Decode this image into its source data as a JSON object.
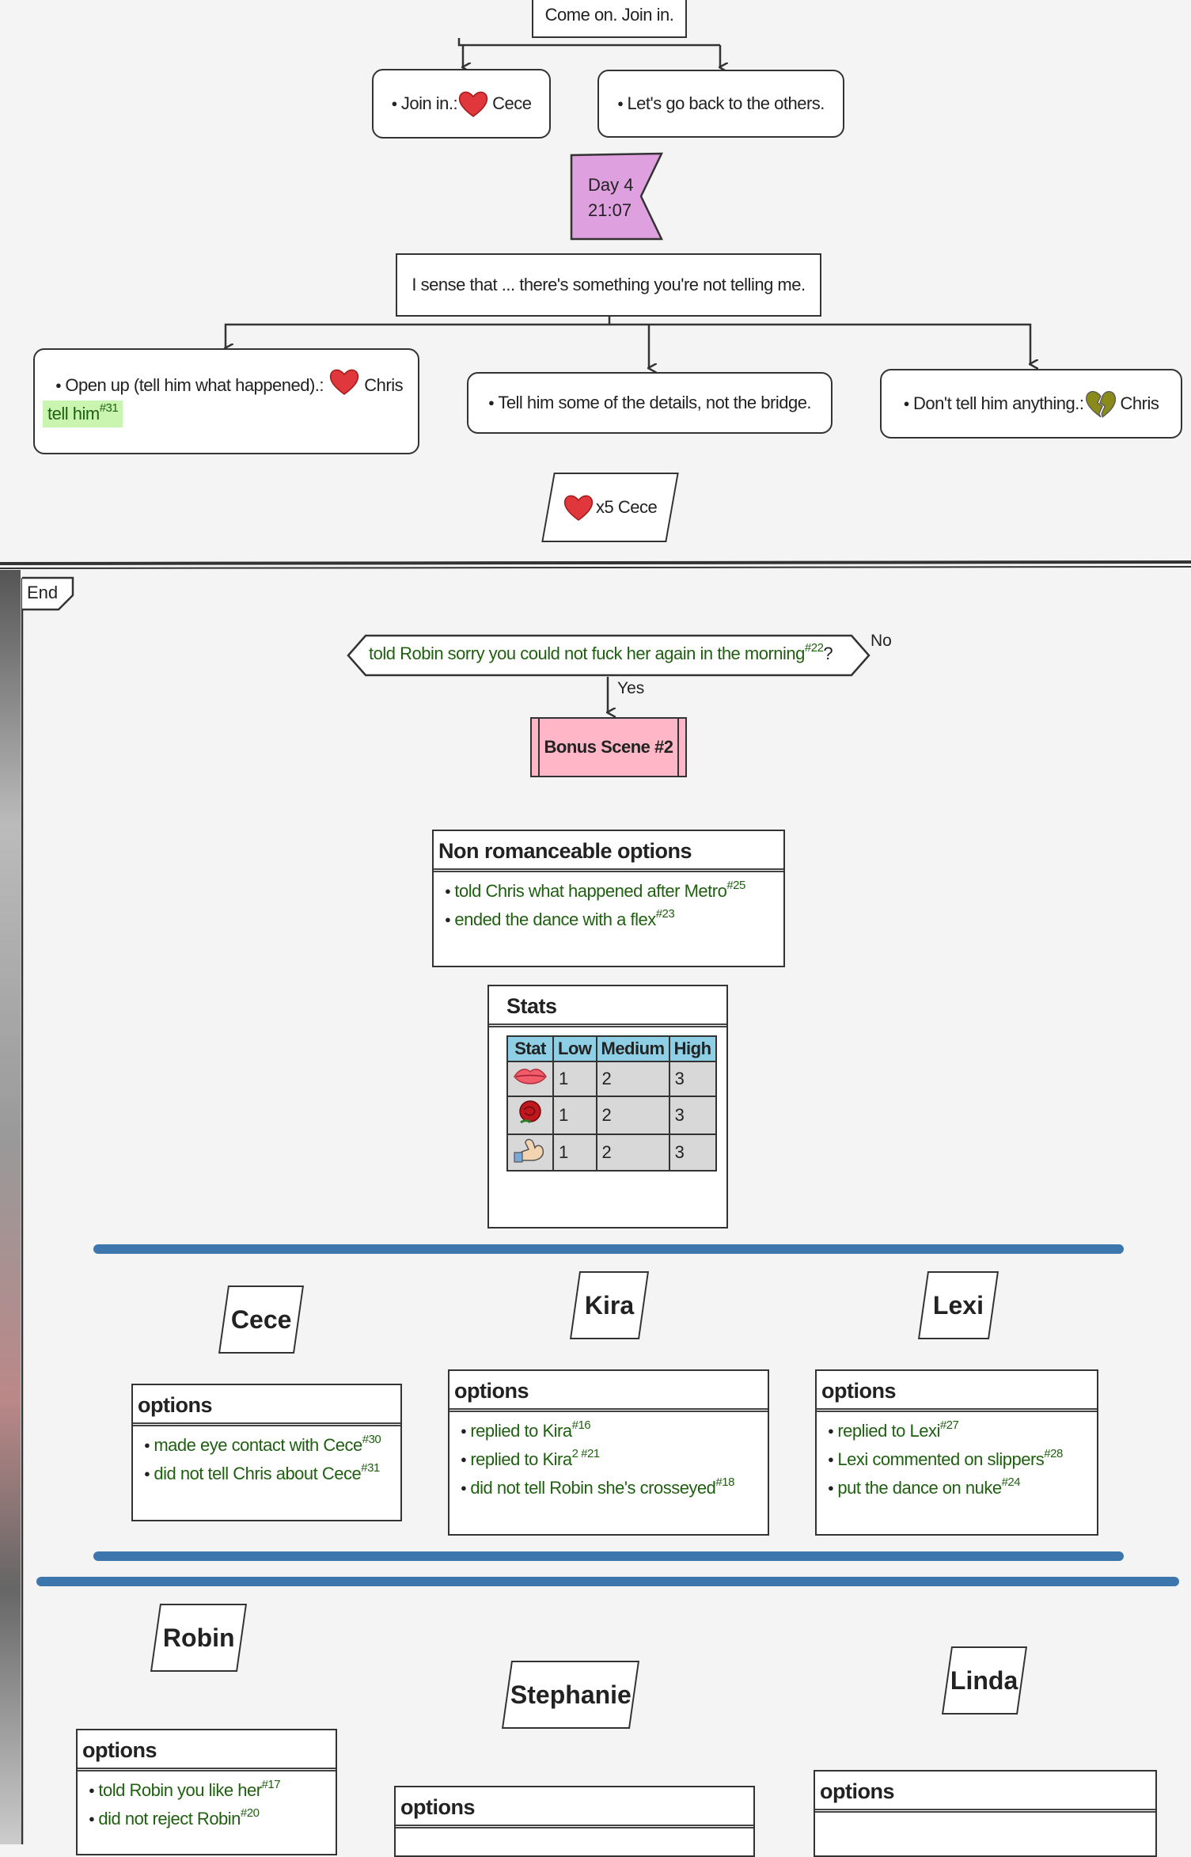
{
  "top": {
    "come_on": "Come on. Join in.",
    "join_in_label": "Join in.:",
    "join_in_target": "Cece",
    "go_back": "Let's go back to the others.",
    "day_label": "Day 4",
    "day_time": "21:07",
    "sense_text": "I sense that ... there's something you're not telling me.",
    "open_up_label": "Open up (tell him what happened).:",
    "open_up_target": "Chris",
    "tell_him": "tell him",
    "tell_him_ref": "#31",
    "some_details": "Tell him some of the details, not the bridge.",
    "dont_tell_label": "Don't tell him anything.:",
    "dont_tell_target": "Chris",
    "cece_bonus": "x5 Cece"
  },
  "end_section": {
    "end_tag": "End",
    "condition_text": "told Robin sorry you could not fuck her again in the morning",
    "condition_ref": "#22",
    "condition_suffix": "?",
    "no_label": "No",
    "yes_label": "Yes",
    "bonus_scene": "Bonus Scene #2"
  },
  "non_romanceable": {
    "header": "Non romanceable options",
    "items": [
      {
        "text": "told Chris what happened after Metro",
        "ref": "#25"
      },
      {
        "text": "ended the dance with a flex",
        "ref": "#23"
      }
    ]
  },
  "stats": {
    "header": "Stats",
    "columns": [
      "Stat",
      "Low",
      "Medium",
      "High"
    ],
    "rows": [
      {
        "icon": "lips-icon",
        "low": "1",
        "medium": "2",
        "high": "3"
      },
      {
        "icon": "rose-icon",
        "low": "1",
        "medium": "2",
        "high": "3"
      },
      {
        "icon": "flexed-arm-icon",
        "low": "1",
        "medium": "2",
        "high": "3"
      }
    ]
  },
  "characters_row1": [
    {
      "name": "Cece",
      "options_header": "options",
      "items": [
        {
          "text": "made eye contact with Cece",
          "ref": "#30"
        },
        {
          "text": "did not tell Chris about Cece",
          "ref": "#31"
        }
      ]
    },
    {
      "name": "Kira",
      "options_header": "options",
      "items": [
        {
          "text": "replied to Kira",
          "ref": "#16"
        },
        {
          "text": "replied to Kira",
          "ref": "2 #21"
        },
        {
          "text": "did not tell Robin she's crosseyed",
          "ref": "#18"
        }
      ]
    },
    {
      "name": "Lexi",
      "options_header": "options",
      "items": [
        {
          "text": "replied to Lexi",
          "ref": "#27"
        },
        {
          "text": "Lexi commented on slippers",
          "ref": "#28"
        },
        {
          "text": "put the dance on nuke",
          "ref": "#24"
        }
      ]
    }
  ],
  "characters_row2": [
    {
      "name": "Robin",
      "options_header": "options",
      "items": [
        {
          "text": "told Robin you like her",
          "ref": "#17"
        },
        {
          "text": "did not reject Robin",
          "ref": "#20"
        }
      ]
    },
    {
      "name": "Stephanie",
      "options_header": "options",
      "items": []
    },
    {
      "name": "Linda",
      "options_header": "options",
      "items": []
    }
  ],
  "colors": {
    "heart": "#e0373c",
    "broken_heart": "#8a8a1a",
    "day_flag": "#dea0de",
    "bonus_scene_bg": "#ffb6c6",
    "highlight": "#c9f5b0",
    "option_text": "#1f5f10",
    "divider": "#3d76ad",
    "table_header": "#8fcfe6"
  }
}
